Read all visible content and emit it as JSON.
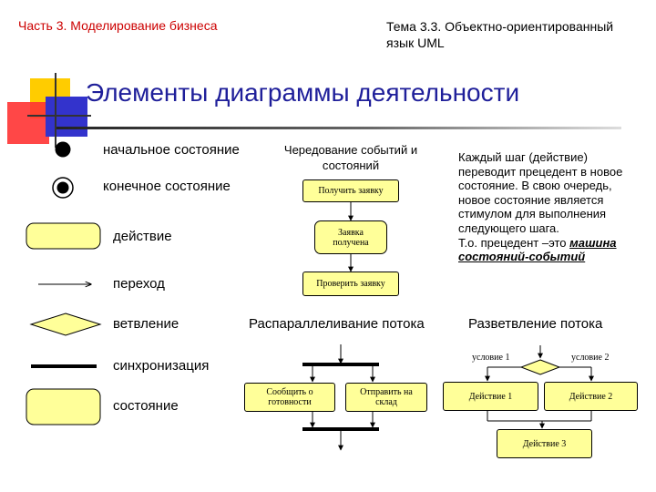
{
  "header": {
    "part": "Часть 3. Моделирование бизнеса",
    "topic_line1": "Тема 3.3. Объектно-ориентированный",
    "topic_line2": "язык UML"
  },
  "title": "Элементы диаграммы деятельности",
  "legend": [
    {
      "symbol": "initial-state",
      "label": "начальное состояние"
    },
    {
      "symbol": "final-state",
      "label": "конечное состояние"
    },
    {
      "symbol": "action",
      "label": "действие"
    },
    {
      "symbol": "transition",
      "label": "переход"
    },
    {
      "symbol": "branch",
      "label": "ветвление"
    },
    {
      "symbol": "synchronization",
      "label": "синхронизация"
    },
    {
      "symbol": "state",
      "label": "состояние"
    }
  ],
  "sequence": {
    "heading_line1": "Чередование событий и",
    "heading_line2": "состояний",
    "box1": "Получить заявку",
    "box2_line1": "Заявка",
    "box2_line2": "получена",
    "box3": "Проверить заявку"
  },
  "note": {
    "lines": [
      "Каждый шаг (действие)",
      "переводит прецедент в новое",
      "состояние. В свою очередь,",
      "новое состояние является",
      "стимулом для выполнения",
      "следующего шага."
    ],
    "last_prefix": "Т.о. прецедент –это ",
    "emph1": "машина",
    "emph2": "состояний-событий"
  },
  "parallel": {
    "heading": "Распараллеливание потока",
    "left_line1": "Сообщить о",
    "left_line2": "готовности",
    "right_line1": "Отправить на",
    "right_line2": "склад"
  },
  "branching": {
    "heading": "Разветвление потока",
    "condition1": "условие 1",
    "condition2": "условие 2",
    "action1": "Действие 1",
    "action2": "Действие 2",
    "action3": "Действие 3"
  },
  "colors": {
    "header_red": "#cc0000",
    "title_blue": "#1f1f9a",
    "box_fill": "#ffff99",
    "deco_yellow": "#ffcc00",
    "deco_red": "#ff3333",
    "deco_blue": "#3333cc"
  }
}
